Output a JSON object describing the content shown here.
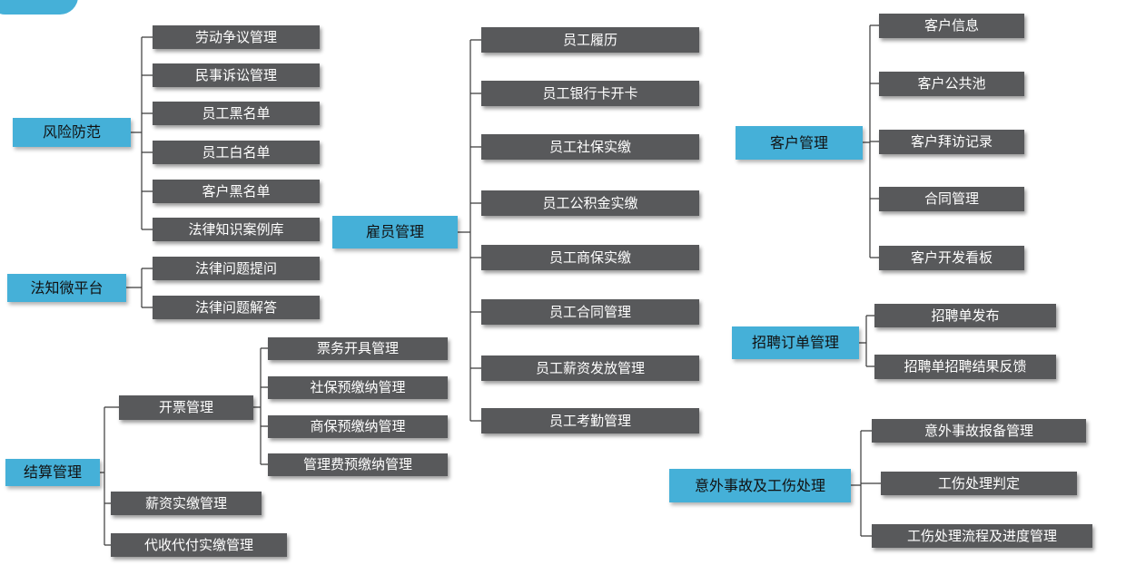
{
  "colors": {
    "parent_bg": "#45b0d8",
    "parent_text": "#111111",
    "child_bg": "#58595b",
    "child_text": "#ffffff",
    "line_color": "#3a3a3a",
    "background": "#ffffff"
  },
  "diagram": {
    "type": "feature-tree",
    "groups": [
      {
        "label": "风险防范",
        "children": [
          "劳动争议管理",
          "民事诉讼管理",
          "员工黑名单",
          "员工白名单",
          "客户黑名单",
          "法律知识案例库"
        ]
      },
      {
        "label": "法知微平台",
        "children": [
          "法律问题提问",
          "法律问题解答"
        ]
      },
      {
        "label": "雇员管理",
        "children": [
          "员工履历",
          "员工银行卡开卡",
          "员工社保实缴",
          "员工公积金实缴",
          "员工商保实缴",
          "员工合同管理",
          "员工薪资发放管理",
          "员工考勤管理"
        ]
      },
      {
        "label": "客户管理",
        "children": [
          "客户信息",
          "客户公共池",
          "客户拜访记录",
          "合同管理",
          "客户开发看板"
        ]
      },
      {
        "label": "招聘订单管理",
        "children": [
          "招聘单发布",
          "招聘单招聘结果反馈"
        ]
      },
      {
        "label": "意外事故及工伤处理",
        "children": [
          "意外事故报备管理",
          "工伤处理判定",
          "工伤处理流程及进度管理"
        ]
      },
      {
        "label": "结算管理",
        "children": [
          {
            "label": "开票管理",
            "children": [
              "票务开具管理",
              "社保预缴纳管理",
              "商保预缴纳管理",
              "管理费预缴纳管理"
            ]
          },
          "薪资实缴管理",
          "代收代付实缴管理"
        ]
      }
    ]
  }
}
